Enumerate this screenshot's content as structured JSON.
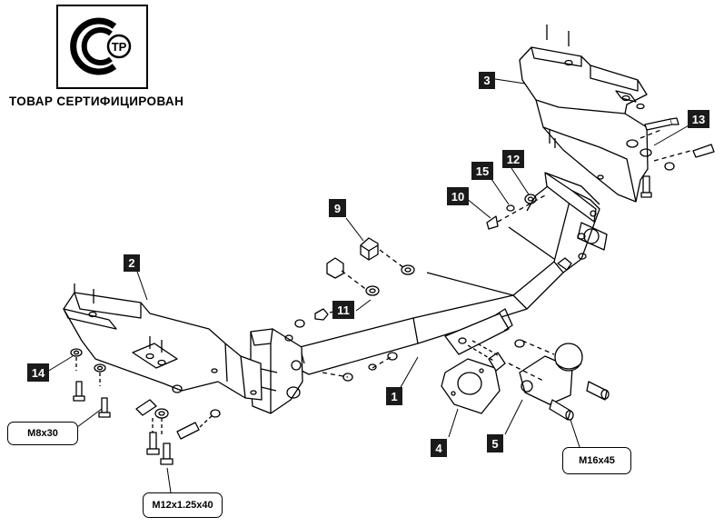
{
  "certification": {
    "logo_letters": "СТР",
    "title": "ТОВАР СЕРТИФИЦИРОВАН"
  },
  "callouts": [
    {
      "id": "1",
      "label": "1"
    },
    {
      "id": "2",
      "label": "2"
    },
    {
      "id": "3",
      "label": "3"
    },
    {
      "id": "4",
      "label": "4"
    },
    {
      "id": "5",
      "label": "5"
    },
    {
      "id": "9",
      "label": "9"
    },
    {
      "id": "10",
      "label": "10"
    },
    {
      "id": "11",
      "label": "11"
    },
    {
      "id": "12",
      "label": "12"
    },
    {
      "id": "13",
      "label": "13"
    },
    {
      "id": "14",
      "label": "14"
    },
    {
      "id": "15",
      "label": "15"
    }
  ],
  "bolt_specs": {
    "m8": "M8x30",
    "m12": "M12x1.25x40",
    "m16": "M16x45"
  },
  "colors": {
    "ink": "#000000",
    "badge": "#1a1a1a",
    "badge_text": "#ffffff"
  }
}
